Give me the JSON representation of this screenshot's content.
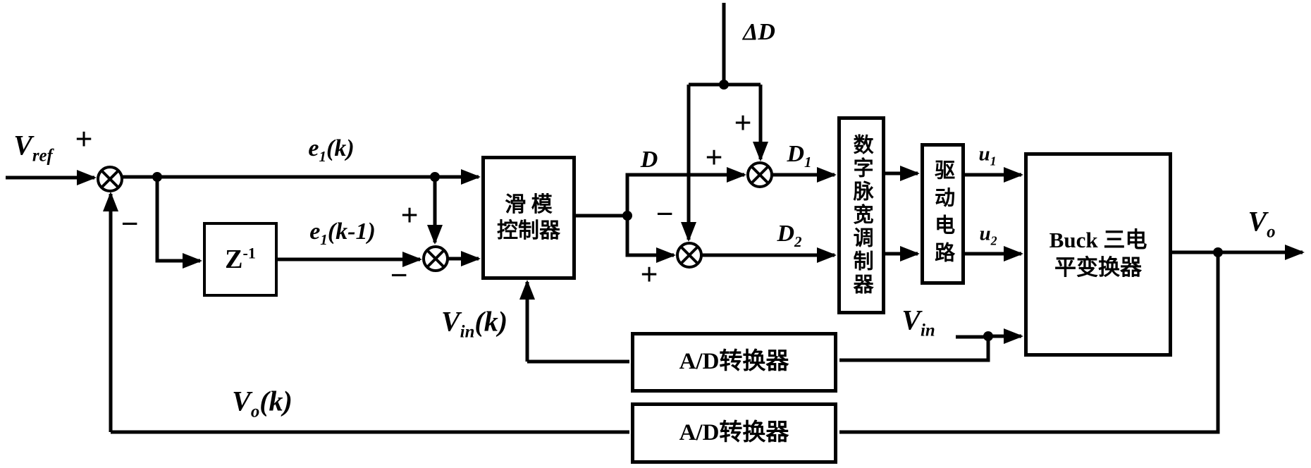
{
  "blocks": {
    "z_inverse": {
      "main": "Z",
      "sup": "-1"
    },
    "sliding_mode_controller": "滑 模\n控制器",
    "digital_pwm": "数字脉宽调制器",
    "drive_circuit": "驱动电路",
    "buck_converter": "Buck 三电\n平变换器",
    "adc_vin": "A/D转换器",
    "adc_vo": "A/D转换器"
  },
  "signals": {
    "vref": {
      "main": "V",
      "sub": "ref"
    },
    "e1k": {
      "main": "e",
      "sub": "1",
      "tail": "(k)"
    },
    "e1k_prev": {
      "main": "e",
      "sub": "1",
      "tail": "(k-1)"
    },
    "vin_k": {
      "main": "V",
      "sub": "in",
      "tail": "(k)"
    },
    "vin": {
      "main": "V",
      "sub": "in"
    },
    "vo": {
      "main": "V",
      "sub": "o"
    },
    "vo_k": {
      "main": "V",
      "sub": "o",
      "tail": "(k)"
    },
    "d": {
      "main": "D"
    },
    "delta_d": {
      "main": "ΔD"
    },
    "d1": {
      "main": "D",
      "sub": "1"
    },
    "d2": {
      "main": "D",
      "sub": "2"
    },
    "u1": {
      "main": "u",
      "sub": "1"
    },
    "u2": {
      "main": "u",
      "sub": "2"
    }
  },
  "signs": {
    "sum1_plus": "+",
    "sum1_minus": "−",
    "sum2_plus": "+",
    "sum2_minus": "−",
    "sum3_plus_d": "+",
    "sum3_plus_delta": "+",
    "sum4_plus": "+",
    "sum4_minus": "−"
  },
  "colors": {
    "ink": "#000000",
    "background": "#ffffff"
  }
}
